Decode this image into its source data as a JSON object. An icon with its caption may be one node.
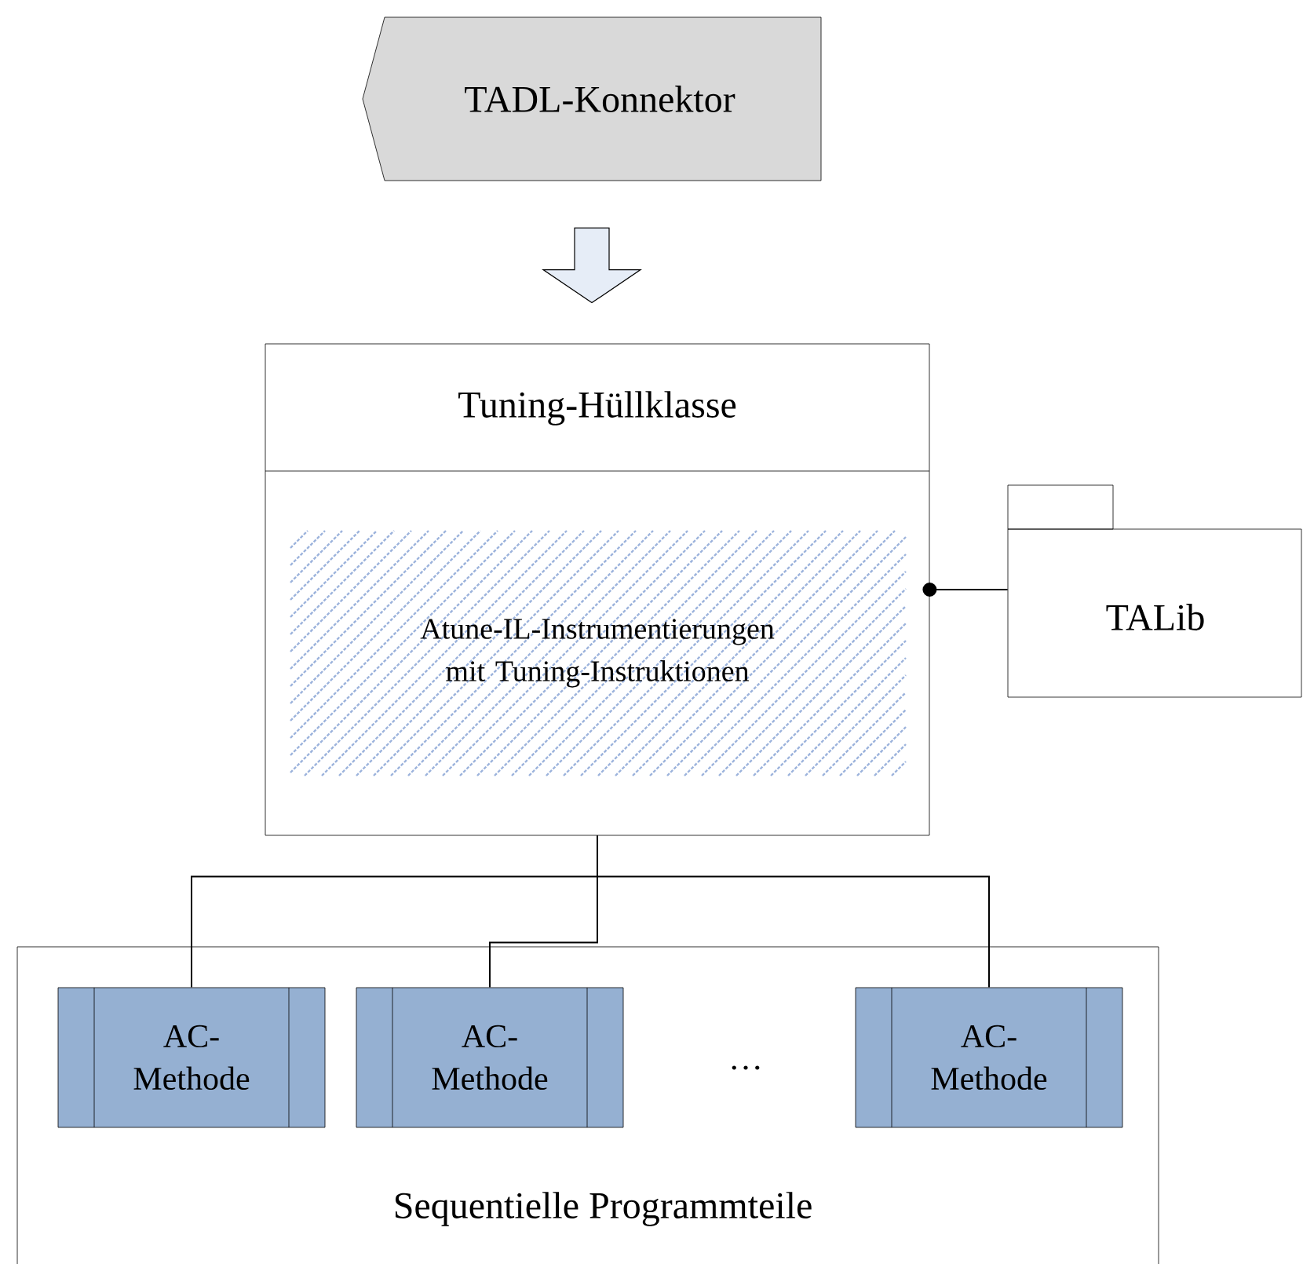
{
  "diagram": {
    "nodes": [
      {
        "text": [
          "TADL-Konnektor"
        ]
      },
      {
        "text": [
          "Tuning-Hüllklasse",
          "Atune-IL-Instrumentierungen mit Tuning-Instruktionen"
        ]
      },
      {
        "text": [
          "TALib"
        ]
      },
      {
        "text": [
          "Sequentielle Programmteile"
        ]
      },
      {
        "text": [
          "AC- Methode"
        ],
        "in": 3
      },
      {
        "text": [
          "AC- Methode"
        ],
        "in": 3
      },
      {
        "text": [
          "AC- Methode"
        ],
        "in": 3
      }
    ],
    "edges": [
      {
        "from": 0,
        "to": 1,
        "arrow": "to"
      },
      {
        "from": 1,
        "to": 2,
        "arrow": "other"
      },
      {
        "from": 1,
        "to": 4,
        "arrow": "none"
      },
      {
        "from": 1,
        "to": 5,
        "arrow": "none"
      },
      {
        "from": 1,
        "to": 6,
        "arrow": "none"
      }
    ],
    "labels": [
      "…"
    ]
  }
}
